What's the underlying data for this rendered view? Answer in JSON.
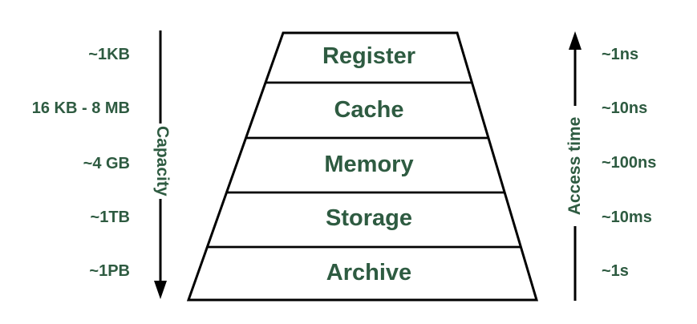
{
  "diagram_type": "memory-hierarchy-pyramid",
  "colors": {
    "text_green": "#2E5B41",
    "line_black": "#000000",
    "background": "#FFFFFF"
  },
  "axes": {
    "left": {
      "label": "Capacity",
      "arrow_direction": "down"
    },
    "right": {
      "label": "Access time",
      "arrow_direction": "up"
    }
  },
  "levels": [
    {
      "name": "Register",
      "capacity": "~1KB",
      "access_time": "~1ns"
    },
    {
      "name": "Cache",
      "capacity": "16 KB - 8 MB",
      "access_time": "~10ns"
    },
    {
      "name": "Memory",
      "capacity": "~4 GB",
      "access_time": "~100ns"
    },
    {
      "name": "Storage",
      "capacity": "~1TB",
      "access_time": "~10ms"
    },
    {
      "name": "Archive",
      "capacity": "~1PB",
      "access_time": "~1s"
    }
  ]
}
